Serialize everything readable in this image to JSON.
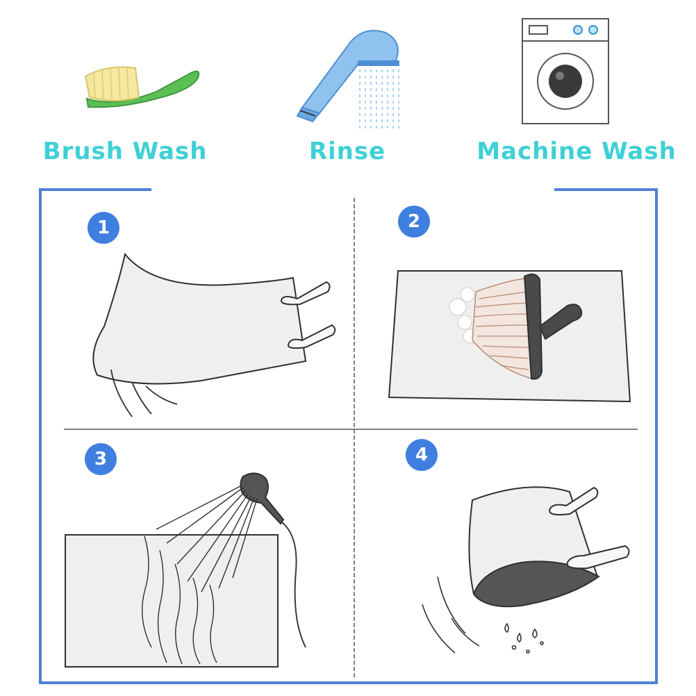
{
  "colors": {
    "accent_text": "#3fd0d6",
    "frame_blue": "#4f7fd8",
    "badge_blue": "#3f7fe0",
    "sheet_gray": "#efefef",
    "line_dark": "#3a3a3a"
  },
  "methods": [
    {
      "label": "Brush Wash",
      "icon": "brush-icon"
    },
    {
      "label": "Rinse",
      "icon": "shower-head-icon"
    },
    {
      "label": "Machine Wash",
      "icon": "washing-machine-icon"
    }
  ],
  "steps": [
    {
      "number": "1",
      "icon": "shake-rug-icon"
    },
    {
      "number": "2",
      "icon": "brush-rug-icon"
    },
    {
      "number": "3",
      "icon": "rinse-rug-icon"
    },
    {
      "number": "4",
      "icon": "dry-rug-icon"
    }
  ]
}
